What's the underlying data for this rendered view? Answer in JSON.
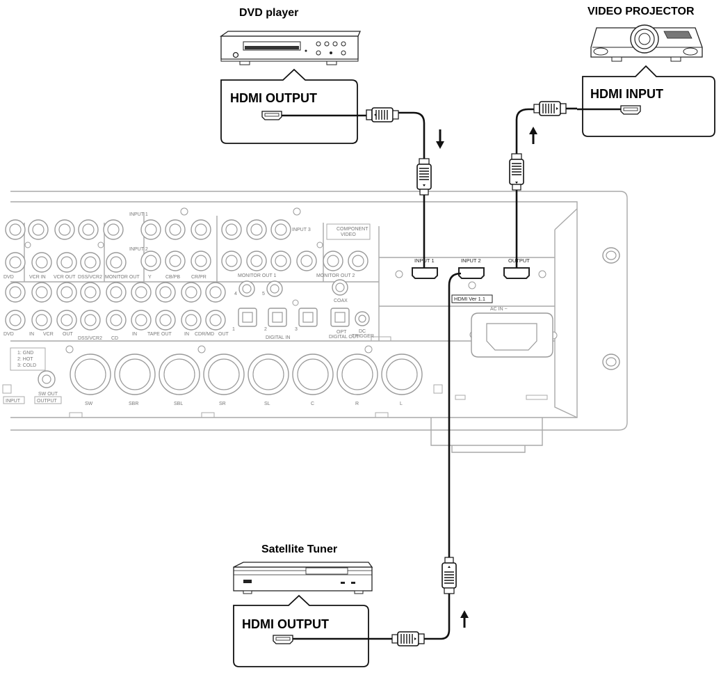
{
  "devices": {
    "dvd_player": "DVD player",
    "video_projector": "VIDEO PROJECTOR",
    "satellite_tuner": "Satellite Tuner"
  },
  "callouts": {
    "dvd_output": "HDMI OUTPUT",
    "projector_input": "HDMI INPUT",
    "tuner_output": "HDMI OUTPUT"
  },
  "receiver_panel": {
    "hdmi_input_1": "INPUT 1",
    "hdmi_input_2": "INPUT 2",
    "hdmi_output": "OUTPUT",
    "hdmi_version": "HDMI Ver 1.1",
    "ac_in": "AC IN ~",
    "component_video": [
      "COMPONENT",
      "VIDEO"
    ],
    "video_labels": [
      "DVD",
      "VCR IN",
      "VCR OUT",
      "DSS/VCR2",
      "MONITOR OUT"
    ],
    "component_input_1": "INPUT 1",
    "component_input_2": "INPUT 2",
    "component_input_3": "INPUT 3",
    "component_columns": [
      "Y",
      "CB/PB",
      "CR/PR"
    ],
    "monitor_out_1": "MONITOR OUT 1",
    "monitor_out_2": "MONITOR OUT 2",
    "audio_labels": [
      "DVD",
      "IN",
      "VCR",
      "OUT",
      "DSS/VCR2",
      "CD",
      "IN",
      "TAPE",
      "OUT",
      "IN",
      "CDR/MD",
      "OUT"
    ],
    "digital_numbers": [
      "1",
      "2",
      "3",
      "4",
      "5"
    ],
    "digital_in": "DIGITAL IN",
    "coax": "COAX",
    "opt": "OPT",
    "digital_out": "DIGITAL OUT",
    "dc_trigger": [
      "DC",
      "TRIGGER"
    ],
    "xlr_pinout": [
      "1: GND",
      "2: HOT",
      "3: COLD"
    ],
    "xlr_labels": [
      "SW",
      "SBR",
      "SBL",
      "SR",
      "SL",
      "C",
      "R",
      "L"
    ],
    "sw_out": "SW OUT",
    "input_box": "INPUT",
    "output_box": "OUTPUT"
  },
  "signal_direction": [
    "down",
    "up",
    "up"
  ]
}
